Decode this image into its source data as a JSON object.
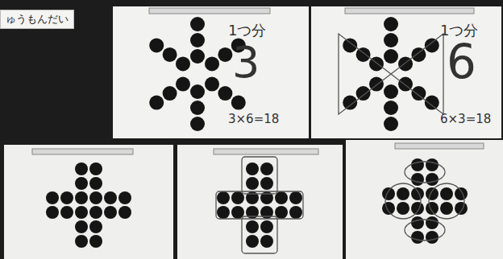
{
  "diagram": {
    "nodes": [
      {
        "text": [
          "ゅうもんだい"
        ]
      },
      {
        "text": [
          "1つ分",
          "3",
          "3×6=18"
        ]
      },
      {
        "text": [
          "1つ分",
          "6",
          "6×3=18"
        ]
      }
    ]
  }
}
